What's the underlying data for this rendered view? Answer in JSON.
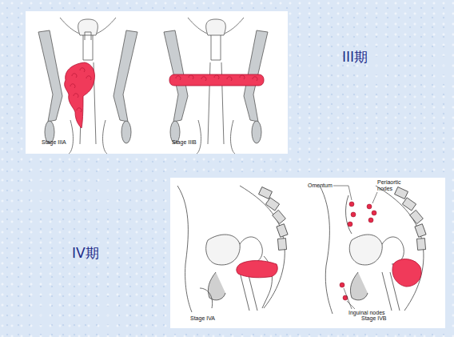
{
  "diagram": {
    "labels": [
      "III期",
      "Stage IIIA",
      "Stage IIIB",
      "IV期",
      "Omentum",
      "Periaortic nodes",
      "Stage IVA",
      "Inguinal nodes",
      "Stage IVB"
    ]
  }
}
